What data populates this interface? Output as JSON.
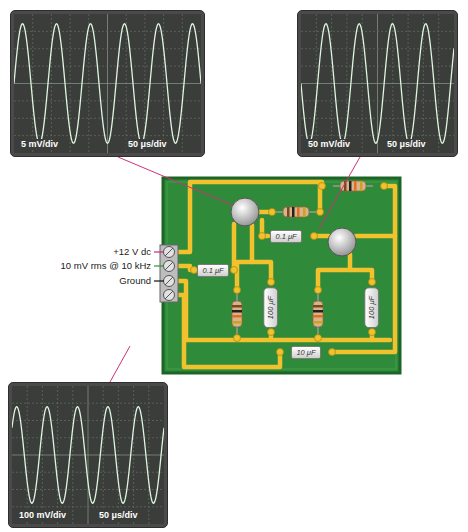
{
  "diagram": {
    "nodes": [
      {
        "text": [
          "5 mV/div",
          "50 μs/div"
        ]
      },
      {
        "text": [
          "50 mV/div",
          "50 μs/div"
        ]
      },
      {
        "text": [
          "0.1 μF"
        ]
      },
      {
        "text": [
          "0.1 μF"
        ]
      },
      {
        "text": [
          "100 μF"
        ]
      },
      {
        "text": [
          "100 μF"
        ]
      },
      {
        "text": [
          "10 μF"
        ]
      },
      {
        "text": [
          "100 mV/div",
          "50 μs/div"
        ]
      }
    ],
    "labels": [
      "+12 V dc",
      "10 mV rms @ 10 kHz",
      "Ground"
    ]
  }
}
